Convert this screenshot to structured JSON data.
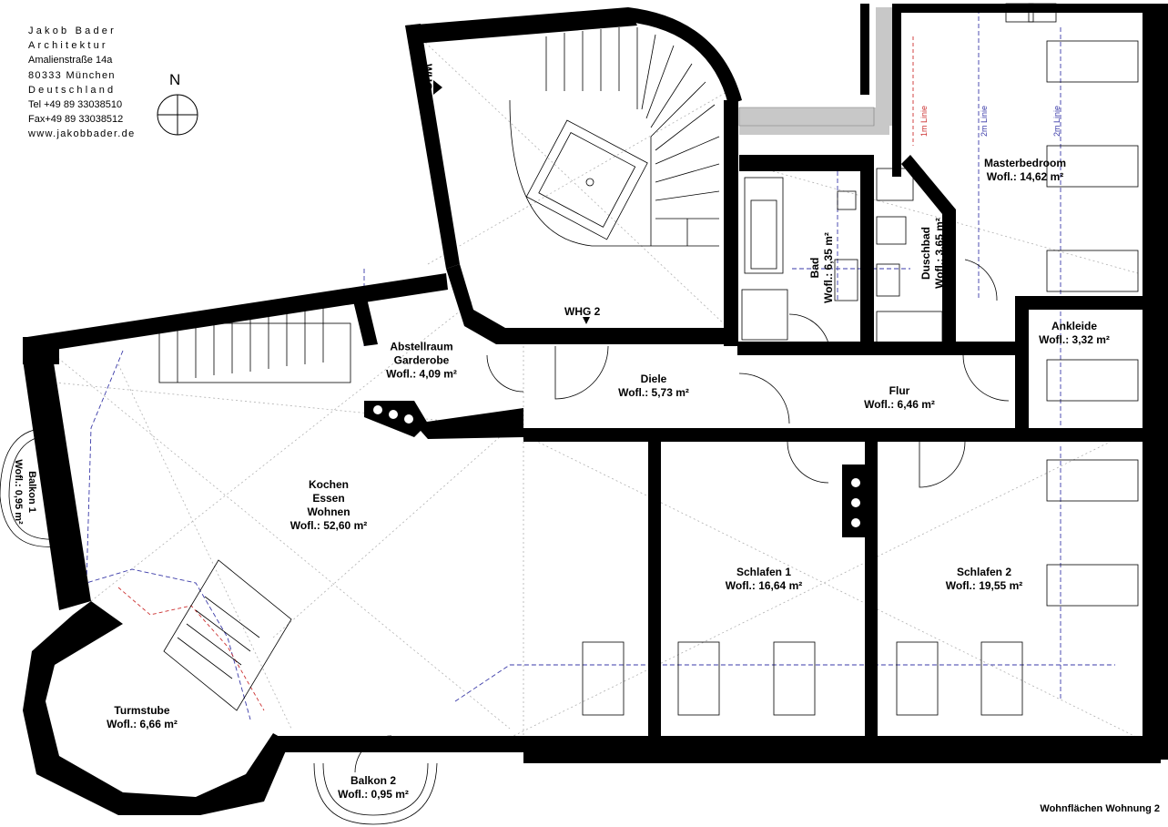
{
  "office": {
    "name": "Jakob Bader",
    "type": "Architektur",
    "street": "Amalienstraße 14a",
    "city": "80333 München",
    "country": "Deutschland",
    "tel": "Tel +49 89 33038510",
    "fax": "Fax+49 89 33038512",
    "web": "www.jakobbader.de"
  },
  "north_label": "N",
  "caption": "Wohnflächen Wohnung 2",
  "entrance_labels": {
    "whg1": "WHG 1",
    "whg2": "WHG 2"
  },
  "guide_lines": {
    "one_m": "1m Linie",
    "two_m_a": "2m Linie",
    "two_m_b": "2m Linie"
  },
  "rooms": {
    "kochen": {
      "line1": "Kochen",
      "line2": "Essen",
      "line3": "Wohnen",
      "area": "Wofl.: 52,60 m²"
    },
    "abstellraum": {
      "line1": "Abstellraum",
      "line2": "Garderobe",
      "area": "Wofl.: 4,09 m²"
    },
    "diele": {
      "name": "Diele",
      "area": "Wofl.: 5,73 m²"
    },
    "bad": {
      "name": "Bad",
      "area": "Wofl.: 6,35 m²"
    },
    "duschbad": {
      "name": "Duschbad",
      "area": "Wofl.: 3,65 m²"
    },
    "masterbedroom": {
      "name": "Masterbedroom",
      "area": "Wofl.: 14,62 m²"
    },
    "ankleide": {
      "name": "Ankleide",
      "area": "Wofl.: 3,32 m²"
    },
    "flur": {
      "name": "Flur",
      "area": "Wofl.: 6,46 m²"
    },
    "schlafen1": {
      "name": "Schlafen 1",
      "area": "Wofl.: 16,64 m²"
    },
    "schlafen2": {
      "name": "Schlafen 2",
      "area": "Wofl.: 19,55 m²"
    },
    "turmstube": {
      "name": "Turmstube",
      "area": "Wofl.: 6,66 m²"
    },
    "balkon1": {
      "name": "Balkon 1",
      "area": "Wofl.: 0,95 m²"
    },
    "balkon2": {
      "name": "Balkon 2",
      "area": "Wofl.: 0,95 m²"
    }
  },
  "colors": {
    "wall": "#000000",
    "guide_blue": "#3a3aa8",
    "guide_red": "#cc3030",
    "hatch": "#c8c8c8"
  }
}
